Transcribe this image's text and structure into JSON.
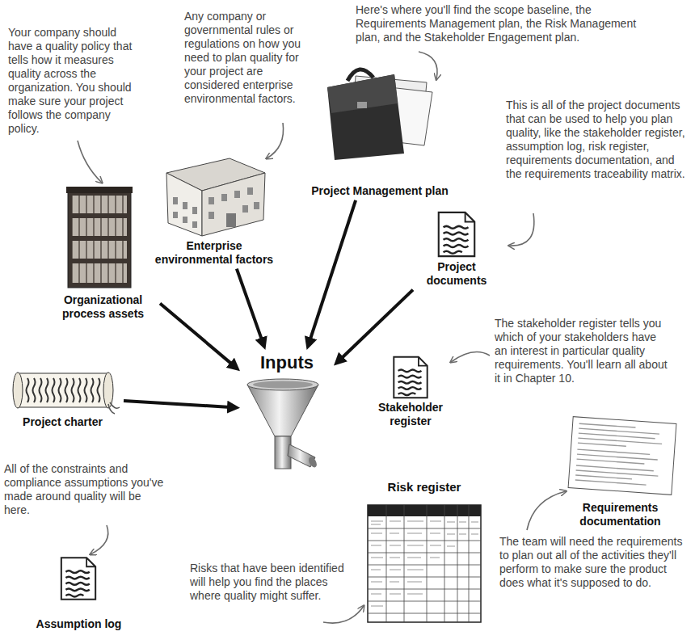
{
  "diagram": {
    "nodes": [
      {
        "text": [
          "Project Management plan"
        ]
      },
      {
        "text": [
          "Enterprise environmental factors"
        ]
      },
      {
        "text": [
          "Project documents"
        ]
      },
      {
        "text": [
          "Organizational process assets"
        ]
      },
      {
        "text": [
          "Inputs"
        ]
      },
      {
        "text": [
          "Project charter"
        ]
      },
      {
        "text": [
          "Stakeholder register"
        ]
      },
      {
        "text": [
          "Risk register"
        ]
      },
      {
        "text": [
          "Requirements documentation"
        ]
      },
      {
        "text": [
          "Assumption log"
        ]
      }
    ],
    "edges": [
      {
        "from": 3,
        "to": 4,
        "arrow": "to"
      },
      {
        "from": 1,
        "to": 4,
        "arrow": "to"
      },
      {
        "from": 0,
        "to": 4,
        "arrow": "to"
      },
      {
        "from": 2,
        "to": 4,
        "arrow": "to"
      },
      {
        "from": 5,
        "to": 4,
        "arrow": "to"
      }
    ],
    "labels": [
      "Your company should have a quality policy that tells how it measures quality across the organization. You should make sure your project follows the company policy.",
      "Any company or governmental rules or regulations on how you need to plan quality for your project are considered enterprise environmental factors.",
      "Here's where you'll find the scope baseline, the Requirements Management plan, the Risk Management plan, and the Stakeholder Engagement plan.",
      "This is all of the project documents that can be used to help you plan quality, like the stakeholder register, assumption log, risk register, requirements documentation, and the requirements traceability matrix.",
      "The stakeholder register tells you which of your stakeholders have an interest in particular quality requirements. You'll learn all about it in Chapter 10.",
      "All of the constraints and compliance assumptions you've made around quality will be here.",
      "Risks that have been identified will help you find the places where quality might suffer.",
      "The team will need the requirements to plan out all of the activities they'll perform to make sure the product does what it's supposed to do."
    ]
  }
}
